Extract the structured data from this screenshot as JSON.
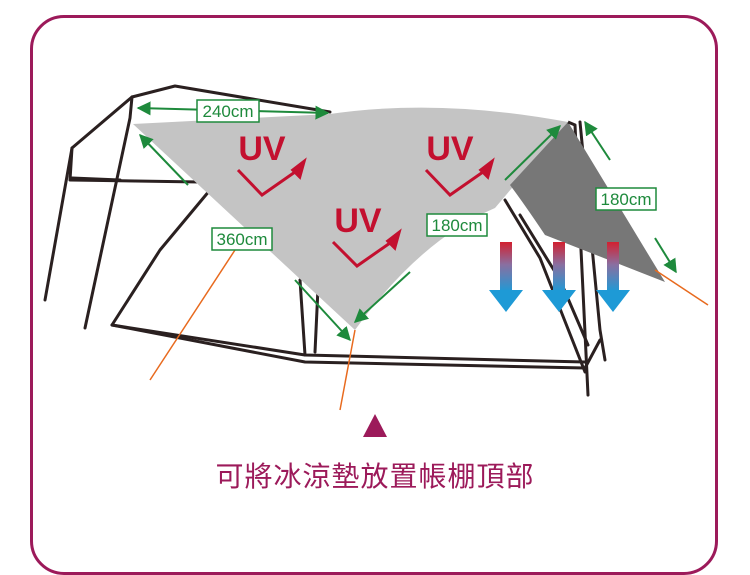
{
  "dimensions": {
    "top_width": "240cm",
    "diagonal": "360cm",
    "middle_width": "180cm",
    "side_width": "180cm"
  },
  "uv_label": "UV",
  "caption": "可將冰涼墊放置帳棚頂部",
  "colors": {
    "frame": "#9c1a5a",
    "canopy": "#c4c4c4",
    "canopy_side": "#777777",
    "dimension": "#1e8a3c",
    "uv_arrow": "#c3102f",
    "leader_line": "#e86a1e",
    "cool_arrow_top": "#d2202f",
    "cool_arrow_bottom": "#1e9ad6"
  }
}
